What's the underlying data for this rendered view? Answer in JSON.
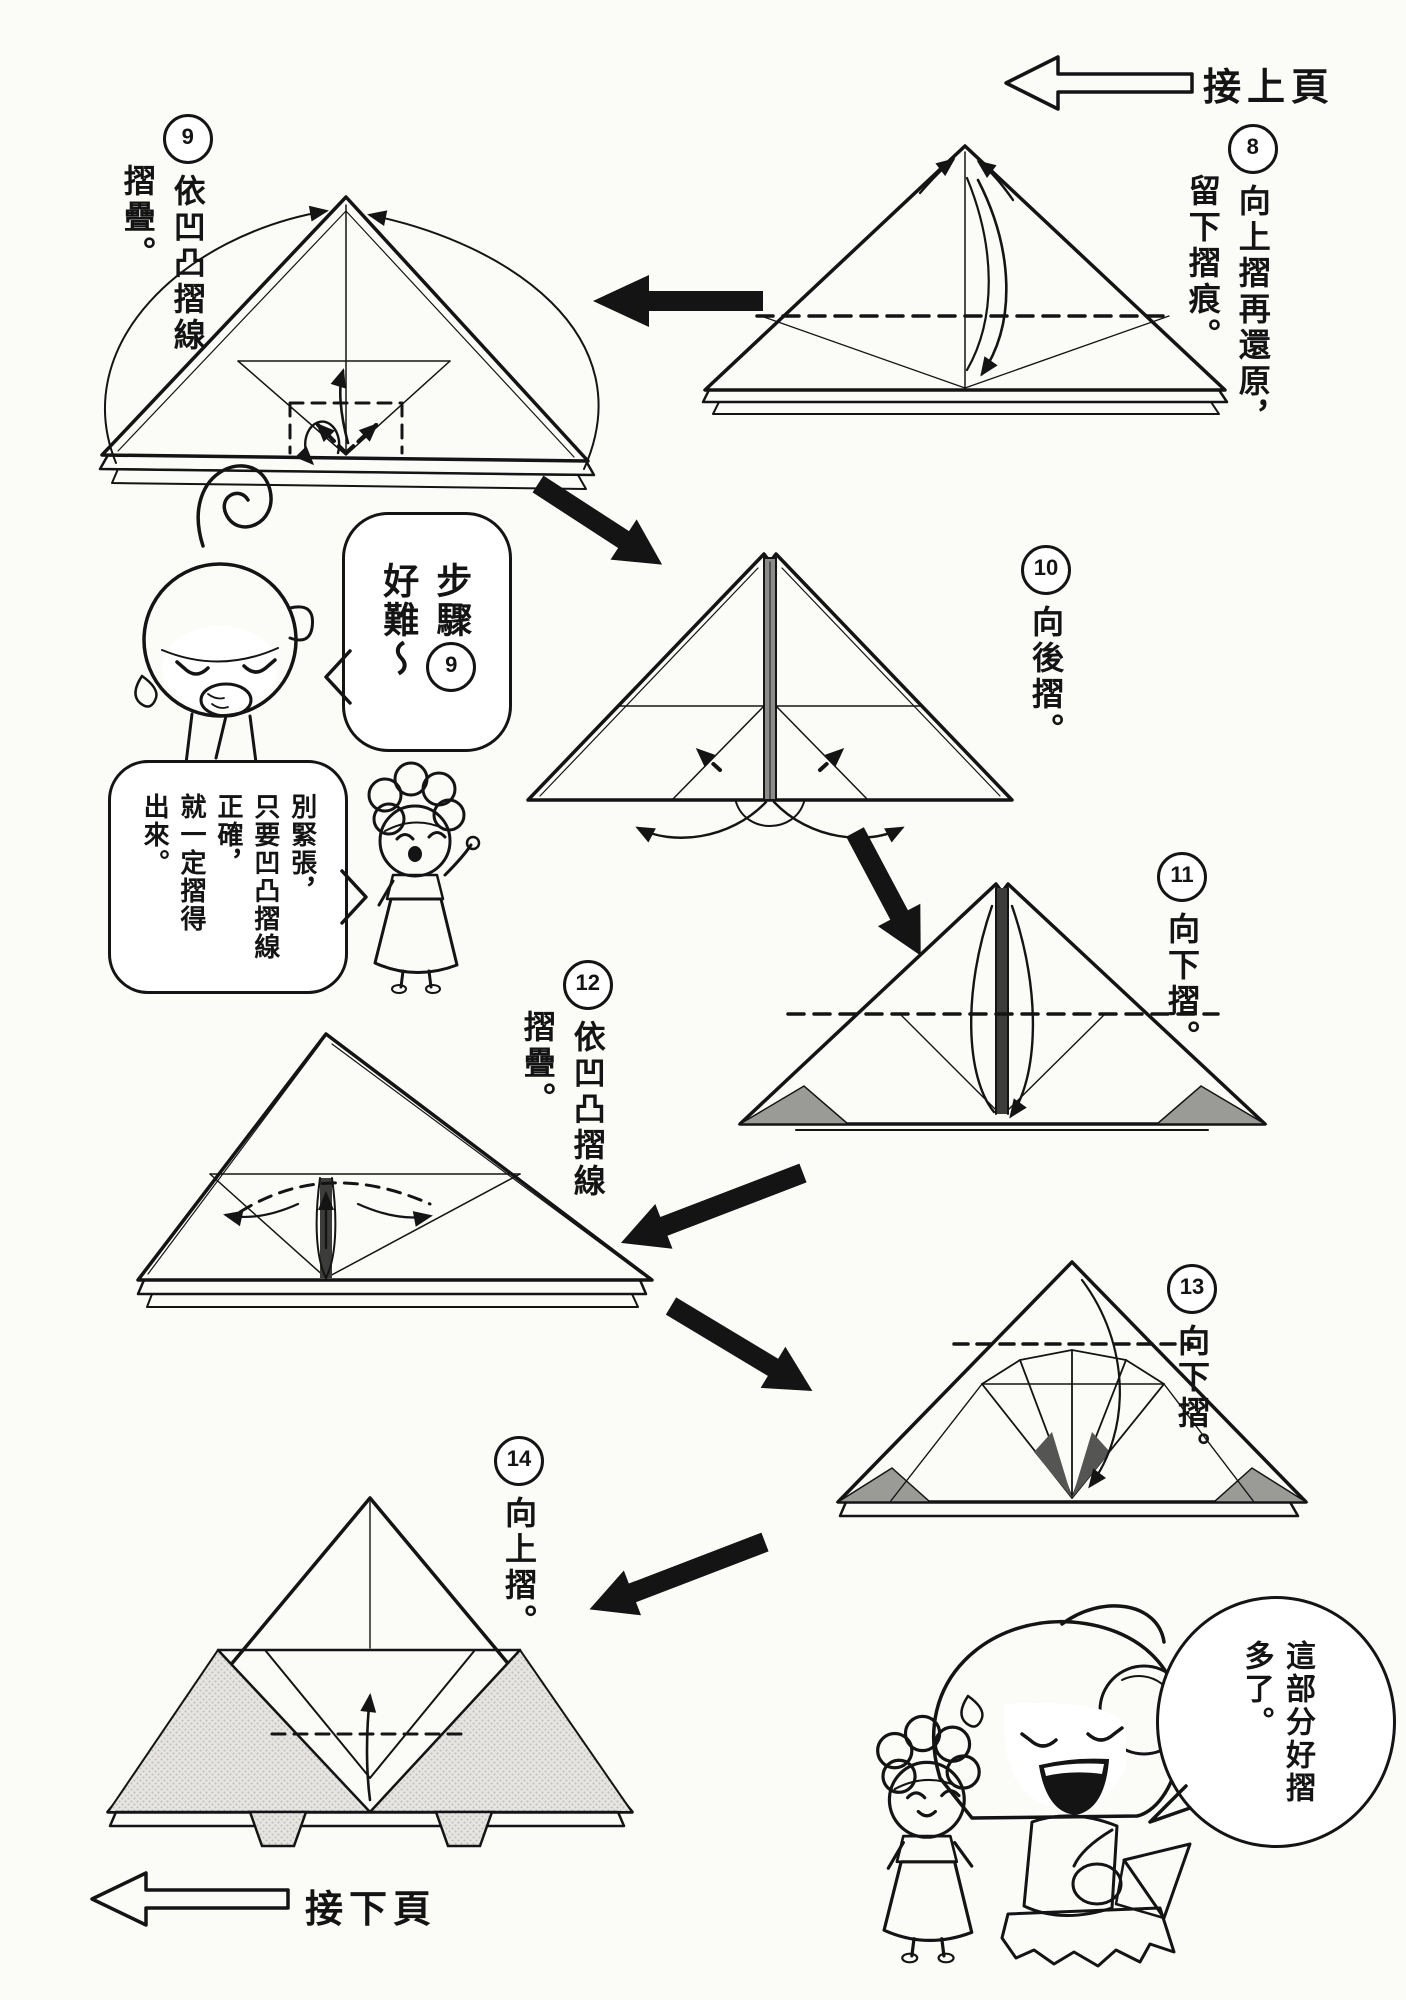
{
  "colors": {
    "background": "#fbfbf8",
    "ink": "#141414",
    "paper_gray": "#e6e5e2",
    "paper_dark": "#3c3c3a"
  },
  "nav": {
    "prev_page": "接上頁",
    "next_page": "接下頁"
  },
  "steps": {
    "s8": {
      "num": "8",
      "col1": "向上摺再還原，",
      "col2": "留下摺痕。"
    },
    "s9": {
      "num": "9",
      "col1": "依凹凸摺線",
      "col2": "摺疊。"
    },
    "s10": {
      "num": "10",
      "col1": "向後摺。"
    },
    "s11": {
      "num": "11",
      "col1": "向下摺。"
    },
    "s12": {
      "num": "12",
      "col1": "依凹凸摺線",
      "col2": "摺疊。"
    },
    "s13": {
      "num": "13",
      "col1": "向下摺。"
    },
    "s14": {
      "num": "14",
      "col1": "向上摺。"
    }
  },
  "bubbles": {
    "hard": {
      "col1": "步驟",
      "num": "9",
      "col2": "好難～"
    },
    "reassure": {
      "cols": [
        "別緊張，",
        "只要凹凸摺線",
        "正確，",
        "就一定摺得",
        "出來。"
      ]
    },
    "easier": {
      "col1": "這部分好摺",
      "col2": "多了。"
    }
  }
}
